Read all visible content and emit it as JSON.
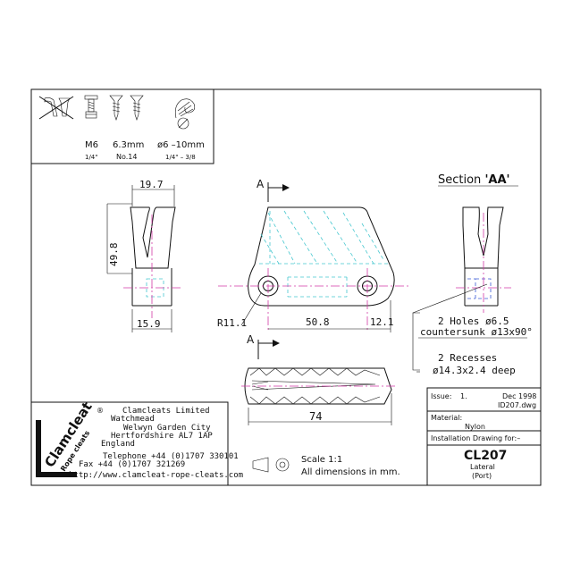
{
  "fasteners": {
    "bolt": {
      "size": "M6",
      "imperial": "1/4\""
    },
    "screw": {
      "size": "6.3mm",
      "gauge": "No.14"
    },
    "rope": {
      "size": "ø6 –10mm",
      "imperial": "1/4\" – 3/8"
    }
  },
  "dimensions": {
    "width_top": "19.7",
    "height_side": "49.8",
    "base_offset": "15.9",
    "radius": "R11.1",
    "hole_spacing": "50.8",
    "end_offset": "12.1",
    "length": "74"
  },
  "section": {
    "label_prefix": "Section ",
    "label_name": "'AA'",
    "marker": "A"
  },
  "notes": {
    "holes_line1": "2 Holes ø6.5",
    "holes_line2": "countersunk ø13x90°",
    "recess_line1": "2 Recesses",
    "recess_line2": "ø14.3x2.4 deep"
  },
  "company": {
    "logo_main": "Clamcleat",
    "logo_sub": "Rope cleats",
    "logo_reg": "®",
    "name": "Clamcleats Limited",
    "address1": "Watchmead",
    "address2": "Welwyn Garden City",
    "address3": "Hertfordshire AL7 1AP",
    "address4": "England",
    "telephone": "Telephone +44 (0)1707 330101",
    "fax": "Fax +44 (0)1707 321269",
    "website": "http://www.clamcleat-rope-cleats.com"
  },
  "scale": {
    "line1": "Scale 1:1",
    "line2": "All dimensions in mm."
  },
  "title_block": {
    "issue_label": "Issue:",
    "issue_value": "1.",
    "date": "Dec 1998",
    "file": "ID207.dwg",
    "material_label": "Material:",
    "material_value": "Nylon",
    "installation_label": "Installation Drawing for:–",
    "part_number": "CL207",
    "variant1": "Lateral",
    "variant2": "(Port)"
  },
  "colors": {
    "centerline": "#d23aa6",
    "hidden": "#46c7cf",
    "hidden_alt": "#3b5bd6"
  }
}
